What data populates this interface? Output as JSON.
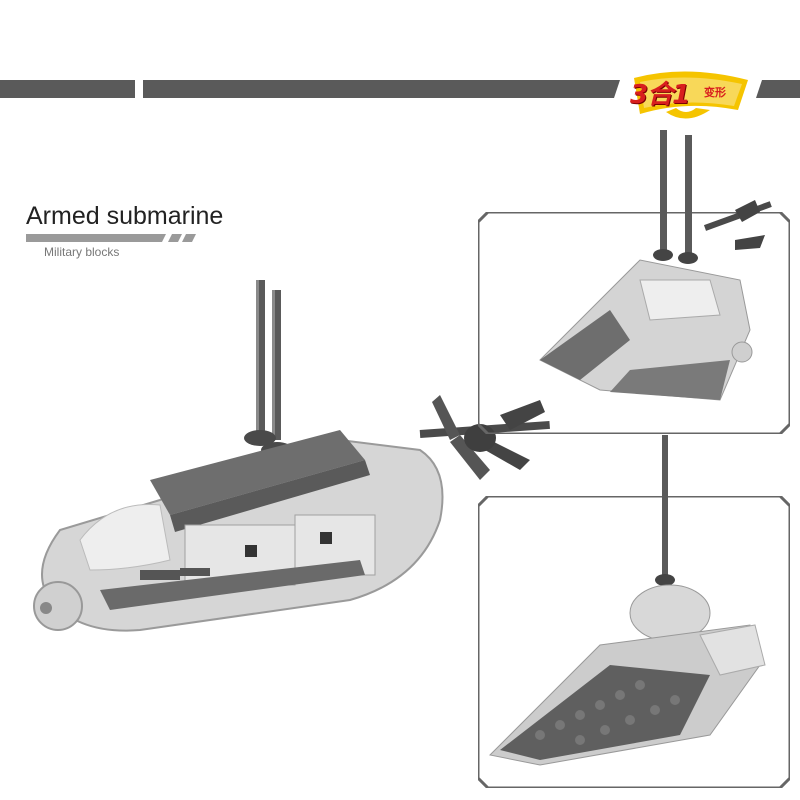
{
  "header": {
    "badge": {
      "main": "3合1",
      "small": "变形"
    }
  },
  "product": {
    "title": "Armed submarine",
    "subtitle": "Military blocks"
  },
  "colors": {
    "bar": "#5a5a5a",
    "badge_red": "#d81e1e",
    "badge_yellow": "#f5c400",
    "frame": "#666666",
    "brick_light": "#d8d8d8",
    "brick_dark": "#6e6e6e"
  },
  "images": {
    "main_model": "submarine-model",
    "variant_top": "boat-with-propeller-model",
    "variant_bottom": "speedboat-model"
  }
}
